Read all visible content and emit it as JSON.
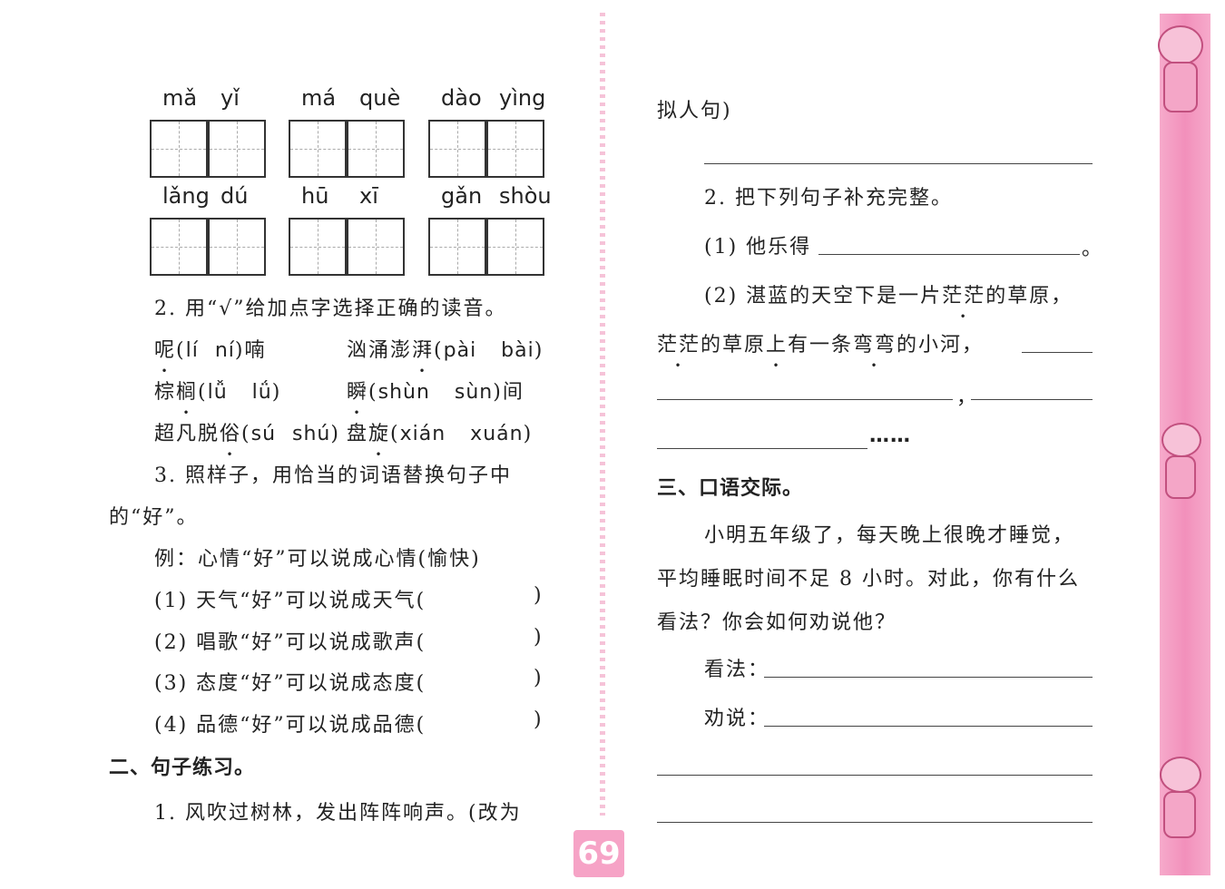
{
  "pinyin_words": [
    {
      "p1": "mǎ",
      "p2": "yǐ"
    },
    {
      "p1": "má",
      "p2": "què"
    },
    {
      "p1": "dào",
      "p2": "yìng"
    },
    {
      "p1": "lǎng",
      "p2": "dú"
    },
    {
      "p1": "hū",
      "p2": "xī"
    },
    {
      "p1": "gǎn",
      "p2": "shòu"
    }
  ],
  "q2": {
    "title": "2. 用“√”给加点字选择正确的读音。",
    "items": [
      {
        "a": "呢",
        "b": "(",
        "c": "lí",
        "d": "ní",
        "e": ")喃"
      },
      {
        "a": "汹涌澎",
        "dot": "湃",
        "c": "pài",
        "d": "bài"
      },
      {
        "a": "棕",
        "dot": "榈",
        "c": "lǚ",
        "d": "lǘ"
      },
      {
        "dot": "瞬",
        "c": "shùn",
        "d": "sùn",
        "e": "间"
      },
      {
        "a": "超凡脱",
        "dot": "俗",
        "c": "sú",
        "d": "shú"
      },
      {
        "a": "盘",
        "dot": "旋",
        "c": "xián",
        "d": "xuán"
      }
    ]
  },
  "q3": {
    "title_a": "3. 照样子，用恰当的词语替换句子中",
    "title_b": "的“好”。",
    "example": "例：心情“好”可以说成心情(愉快)",
    "items": [
      "(1) 天气“好”可以说成天气(",
      "(2) 唱歌“好”可以说成歌声(",
      "(3) 态度“好”可以说成态度(",
      "(4) 品德“好”可以说成品德("
    ],
    "close": ")"
  },
  "section2": {
    "title": "二、句子练习。",
    "q1_a": "1. 风吹过树林，发出阵阵响声。(改为",
    "q1_b": "拟人句)",
    "q2_title": "2. 把下列句子补充完整。",
    "q2_1": "(1) 他乐得",
    "q2_1_end": "。",
    "q2_2a_pre": "(2) 湛蓝的天空下是一片",
    "q2_2a_dot": "茫茫",
    "q2_2a_post": "的草原，",
    "q2_2b_dot1": "茫茫",
    "q2_2b_mid": "的草原上有一条",
    "q2_2b_dot2": "弯弯",
    "q2_2b_post": "的小河，",
    "comma": "，",
    "ellipsis": "……"
  },
  "section3": {
    "title": "三、口语交际。",
    "p1": "小明五年级了，每天晚上很晚才睡觉，",
    "p2": "平均睡眠时间不足 8 小时。对此，你有什么",
    "p3": "看法？你会如何劝说他？",
    "view": "看法：",
    "persuade": "劝说："
  },
  "page_number": "69",
  "colors": {
    "accent": "#f290bb"
  }
}
